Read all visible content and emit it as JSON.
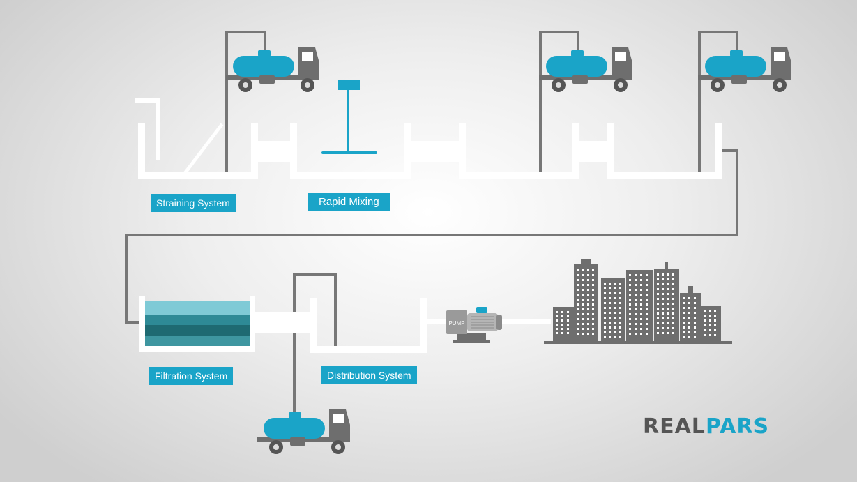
{
  "labels": {
    "straining": "Straining System",
    "rapid_mixing": "Rapid Mixing",
    "filtration": "Filtration System",
    "distribution": "Distribution System"
  },
  "pump_label": "PUMP",
  "logo": {
    "part1": "REAL",
    "part2": "PARS"
  },
  "colors": {
    "accent": "#1aa4c8",
    "pipe": "#777777",
    "tank": "#ffffff",
    "truck_body": "#6e6e6e",
    "water_light": "#7fcad6",
    "water_mid": "#2e8a96",
    "water_dark": "#1e6a72",
    "building": "#6e6e6e",
    "logo_dark": "#555555"
  },
  "icons": [
    "tanker-truck-icon",
    "mixer-icon",
    "pump-icon",
    "city-skyline-icon"
  ]
}
